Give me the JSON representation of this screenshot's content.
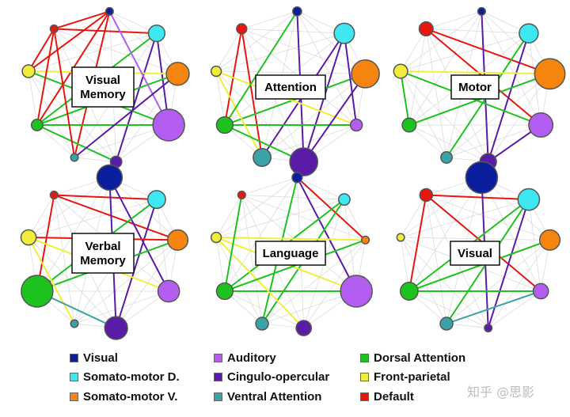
{
  "colors": {
    "Visual": "#0b1f9e",
    "Somato-motor D.": "#3ee8f2",
    "Somato-motor V.": "#f5850e",
    "Auditory": "#b35ef0",
    "Cingulo-opercular": "#5a1ba6",
    "Ventral Attention": "#3aa3a6",
    "Dorsal Attention": "#1ec21e",
    "Front-parietal": "#f0ee3a",
    "Default": "#e8160e"
  },
  "panels": [
    {
      "title_lines": [
        "Visual",
        "Memory"
      ],
      "nodes": [
        {
          "net": "Visual",
          "size": 0.05
        },
        {
          "net": "Somato-motor D.",
          "size": 0.4
        },
        {
          "net": "Somato-motor V.",
          "size": 0.65
        },
        {
          "net": "Auditory",
          "size": 1.0
        },
        {
          "net": "Cingulo-opercular",
          "size": 0.2
        },
        {
          "net": "Ventral Attention",
          "size": 0.05
        },
        {
          "net": "Dorsal Attention",
          "size": 0.2
        },
        {
          "net": "Front-parietal",
          "size": 0.25
        },
        {
          "net": "Default",
          "size": 0.05
        }
      ]
    },
    {
      "title_lines": [
        "Attention"
      ],
      "nodes": [
        {
          "net": "Visual",
          "size": 0.1
        },
        {
          "net": "Somato-motor D.",
          "size": 0.55
        },
        {
          "net": "Somato-motor V.",
          "size": 0.85
        },
        {
          "net": "Auditory",
          "size": 0.22
        },
        {
          "net": "Cingulo-opercular",
          "size": 0.85
        },
        {
          "net": "Ventral Attention",
          "size": 0.45
        },
        {
          "net": "Dorsal Attention",
          "size": 0.4
        },
        {
          "net": "Front-parietal",
          "size": 0.15
        },
        {
          "net": "Default",
          "size": 0.15
        }
      ]
    },
    {
      "title_lines": [
        "Motor"
      ],
      "nodes": [
        {
          "net": "Visual",
          "size": 0.05
        },
        {
          "net": "Somato-motor D.",
          "size": 0.5
        },
        {
          "net": "Somato-motor V.",
          "size": 0.95
        },
        {
          "net": "Auditory",
          "size": 0.7
        },
        {
          "net": "Cingulo-opercular",
          "size": 0.4
        },
        {
          "net": "Ventral Attention",
          "size": 0.2
        },
        {
          "net": "Dorsal Attention",
          "size": 0.3
        },
        {
          "net": "Front-parietal",
          "size": 0.3
        },
        {
          "net": "Default",
          "size": 0.3
        }
      ]
    },
    {
      "title_lines": [
        "Verbal",
        "Memory"
      ],
      "nodes": [
        {
          "net": "Visual",
          "size": 0.75
        },
        {
          "net": "Somato-motor D.",
          "size": 0.45
        },
        {
          "net": "Somato-motor V.",
          "size": 0.55
        },
        {
          "net": "Auditory",
          "size": 0.6
        },
        {
          "net": "Cingulo-opercular",
          "size": 0.65
        },
        {
          "net": "Ventral Attention",
          "size": 0.05
        },
        {
          "net": "Dorsal Attention",
          "size": 1.0
        },
        {
          "net": "Front-parietal",
          "size": 0.35
        },
        {
          "net": "Default",
          "size": 0.05
        }
      ]
    },
    {
      "title_lines": [
        "Language"
      ],
      "nodes": [
        {
          "net": "Visual",
          "size": 0.15
        },
        {
          "net": "Somato-motor D.",
          "size": 0.2
        },
        {
          "net": "Somato-motor V.",
          "size": 0.05
        },
        {
          "net": "Auditory",
          "size": 1.0
        },
        {
          "net": "Cingulo-opercular",
          "size": 0.35
        },
        {
          "net": "Ventral Attention",
          "size": 0.25
        },
        {
          "net": "Dorsal Attention",
          "size": 0.4
        },
        {
          "net": "Front-parietal",
          "size": 0.15
        },
        {
          "net": "Default",
          "size": 0.05
        }
      ]
    },
    {
      "title_lines": [
        "Visual"
      ],
      "nodes": [
        {
          "net": "Visual",
          "size": 1.0
        },
        {
          "net": "Somato-motor D.",
          "size": 0.6
        },
        {
          "net": "Somato-motor V.",
          "size": 0.55
        },
        {
          "net": "Auditory",
          "size": 0.35
        },
        {
          "net": "Cingulo-opercular",
          "size": 0.05
        },
        {
          "net": "Ventral Attention",
          "size": 0.25
        },
        {
          "net": "Dorsal Attention",
          "size": 0.45
        },
        {
          "net": "Front-parietal",
          "size": 0.05
        },
        {
          "net": "Default",
          "size": 0.25
        }
      ]
    }
  ],
  "legend": [
    [
      "Visual",
      "Somato-motor D.",
      "Somato-motor V."
    ],
    [
      "Auditory",
      "Cingulo-opercular",
      "Ventral Attention"
    ],
    [
      "Dorsal Attention",
      "Front-parietal",
      "Default"
    ]
  ],
  "watermark": "知乎 @思影"
}
